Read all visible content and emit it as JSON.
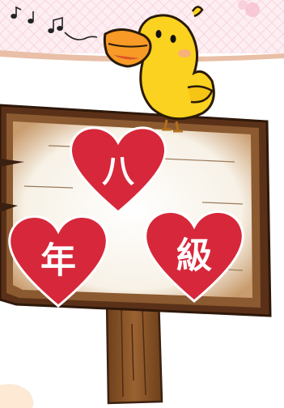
{
  "hearts": {
    "top": "八",
    "left": "年",
    "right": "級"
  },
  "colors": {
    "heart": "#d6283a",
    "board": "#f6f1e7",
    "board_frame": "#6a3c1e",
    "post": "#8a5426",
    "bird": "#fbd21f",
    "beak": "#f79a26",
    "banner": "#fce8ee"
  },
  "icons": {
    "music_notes": "music-notes-icon",
    "bird": "chick-icon"
  }
}
